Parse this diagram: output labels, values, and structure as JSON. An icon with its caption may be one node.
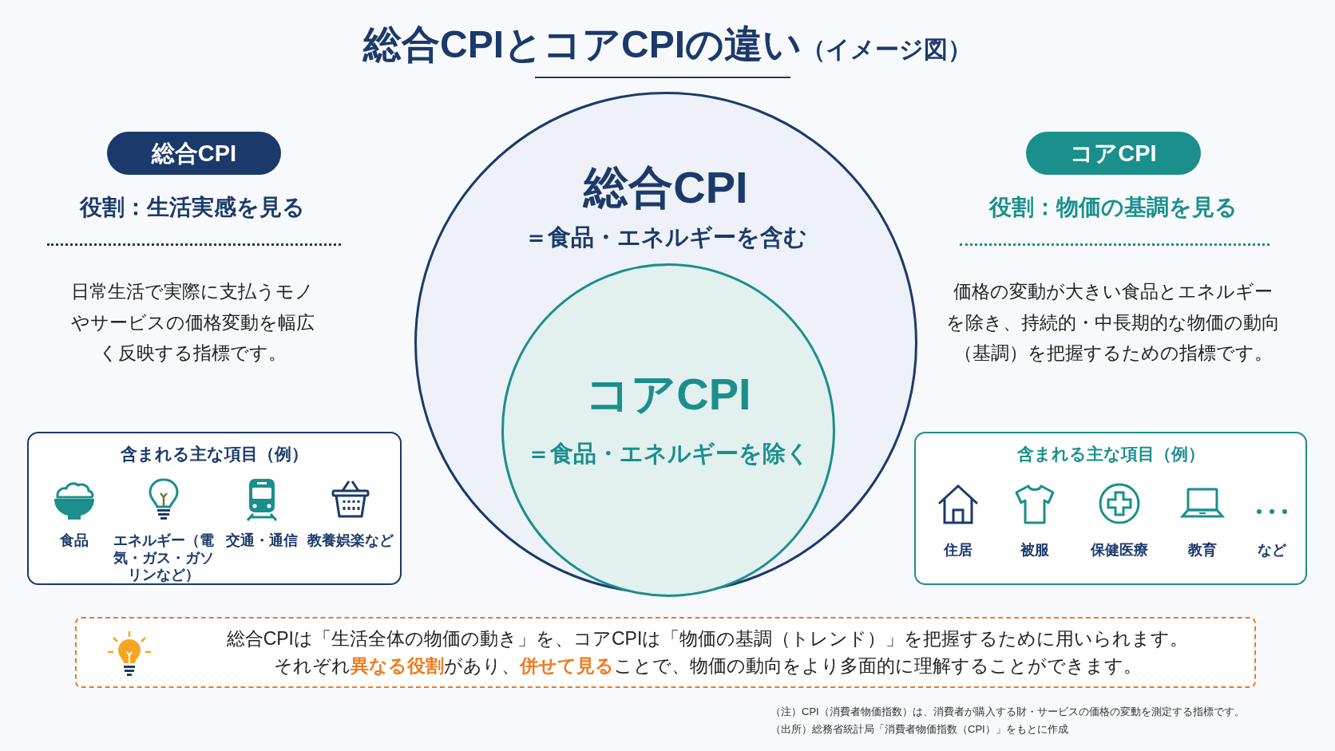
{
  "diagram": {
    "title": "**総合CPIとコアCPIの違い**（イメージ図）",
    "nodes": [
      {
        "text": [
          "総合CPI"
        ]
      },
      {
        "text": [
          "総合CPI",
          "＝食品・エネルギーを含む"
        ]
      },
      {
        "text": [
          "コアCPI",
          "＝食品・エネルギーを除く"
        ],
        "in": 1
      },
      {
        "text": [
          "コアCPI"
        ]
      },
      {
        "text": [
          "含まれる主な項目（例）",
          "食品",
          "エネルギー（電気・ガス・ガソリンなど）",
          "交通・通信",
          "教養娯楽など"
        ]
      },
      {
        "text": [
          "含まれる主な項目（例）",
          "住居",
          "被服",
          "保健医療",
          "教育",
          "など"
        ]
      },
      {
        "text": [
          "総合CPIは「生活全体の物価の動き」を、コアCPIは「物価の基調（トレンド）」を把握するために用いられます。",
          "それぞれ**異なる役割**があり、**併せて見る**ことで、物価の動向をより多面的に理解することができます。"
        ]
      }
    ],
    "edges": [],
    "labels": [
      "役割：生活実感を見る",
      "日常生活で実際に支払うモノやサービスの価格変動を幅広く反映する指標です。",
      "役割：物価の基調を見る",
      "価格の変動が大きい食品とエネルギーを除き、持続的・中長期的な物価の動向（基調）を把握するための指標です。",
      "（注）CPI（消費者物価指数）は、消費者が購入する財・サービスの価格の変動を測定する指標です。",
      "（出所）総務省統計局「消費者物価指数（CPI）」をもとに作成"
    ]
  }
}
